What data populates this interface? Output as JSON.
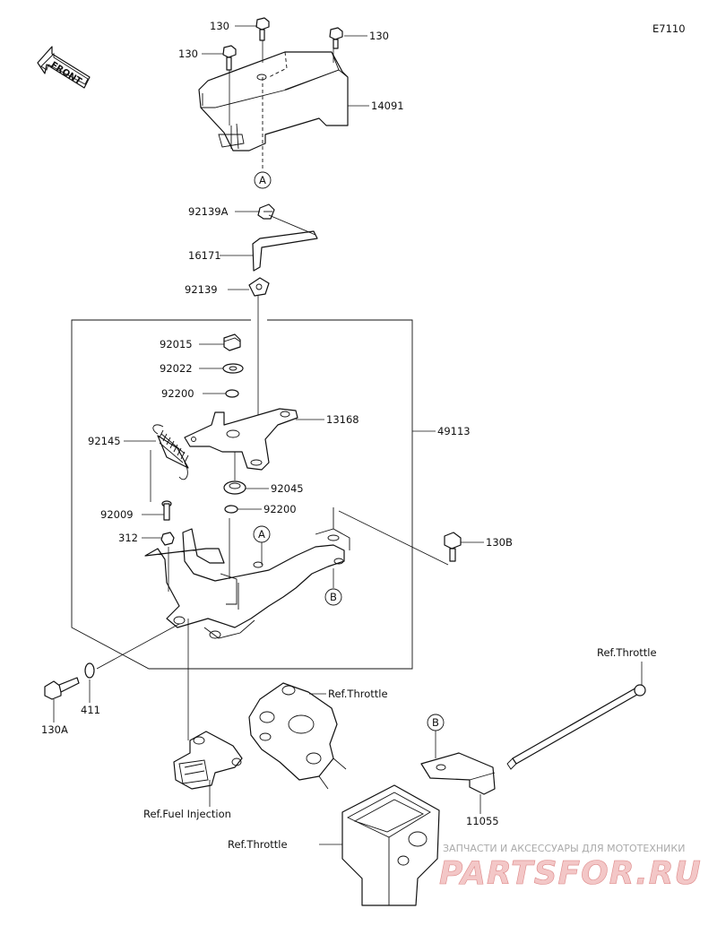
{
  "diagram_code": "E7110",
  "front_label": "FRONT",
  "parts": {
    "p130_a": "130",
    "p130_b": "130",
    "p130_c": "130",
    "p14091": "14091",
    "p92139A": "92139A",
    "p16171": "16171",
    "p92139": "92139",
    "p92015": "92015",
    "p92022": "92022",
    "p92200_a": "92200",
    "p13168": "13168",
    "p92145": "92145",
    "p49113": "49113",
    "p92045": "92045",
    "p92009": "92009",
    "p92200_b": "92200",
    "p312": "312",
    "p130B": "130B",
    "p130A": "130A",
    "p411": "411",
    "p11055": "11055"
  },
  "callouts": {
    "a_top": "A",
    "a_mid": "A",
    "b_mid": "B",
    "b_right": "B"
  },
  "refs": {
    "throttle_1": "Ref.Throttle",
    "throttle_2": "Ref.Throttle",
    "throttle_3": "Ref.Throttle",
    "fuel_injection": "Ref.Fuel Injection"
  },
  "watermark": {
    "tagline": "ЗАПЧАСТИ И АКСЕССУАРЫ ДЛЯ МОТОТЕХНИКИ",
    "brand": "PARTSFOR.RU"
  },
  "colors": {
    "line": "#111111",
    "watermark_brand": "#f3c7c7"
  }
}
